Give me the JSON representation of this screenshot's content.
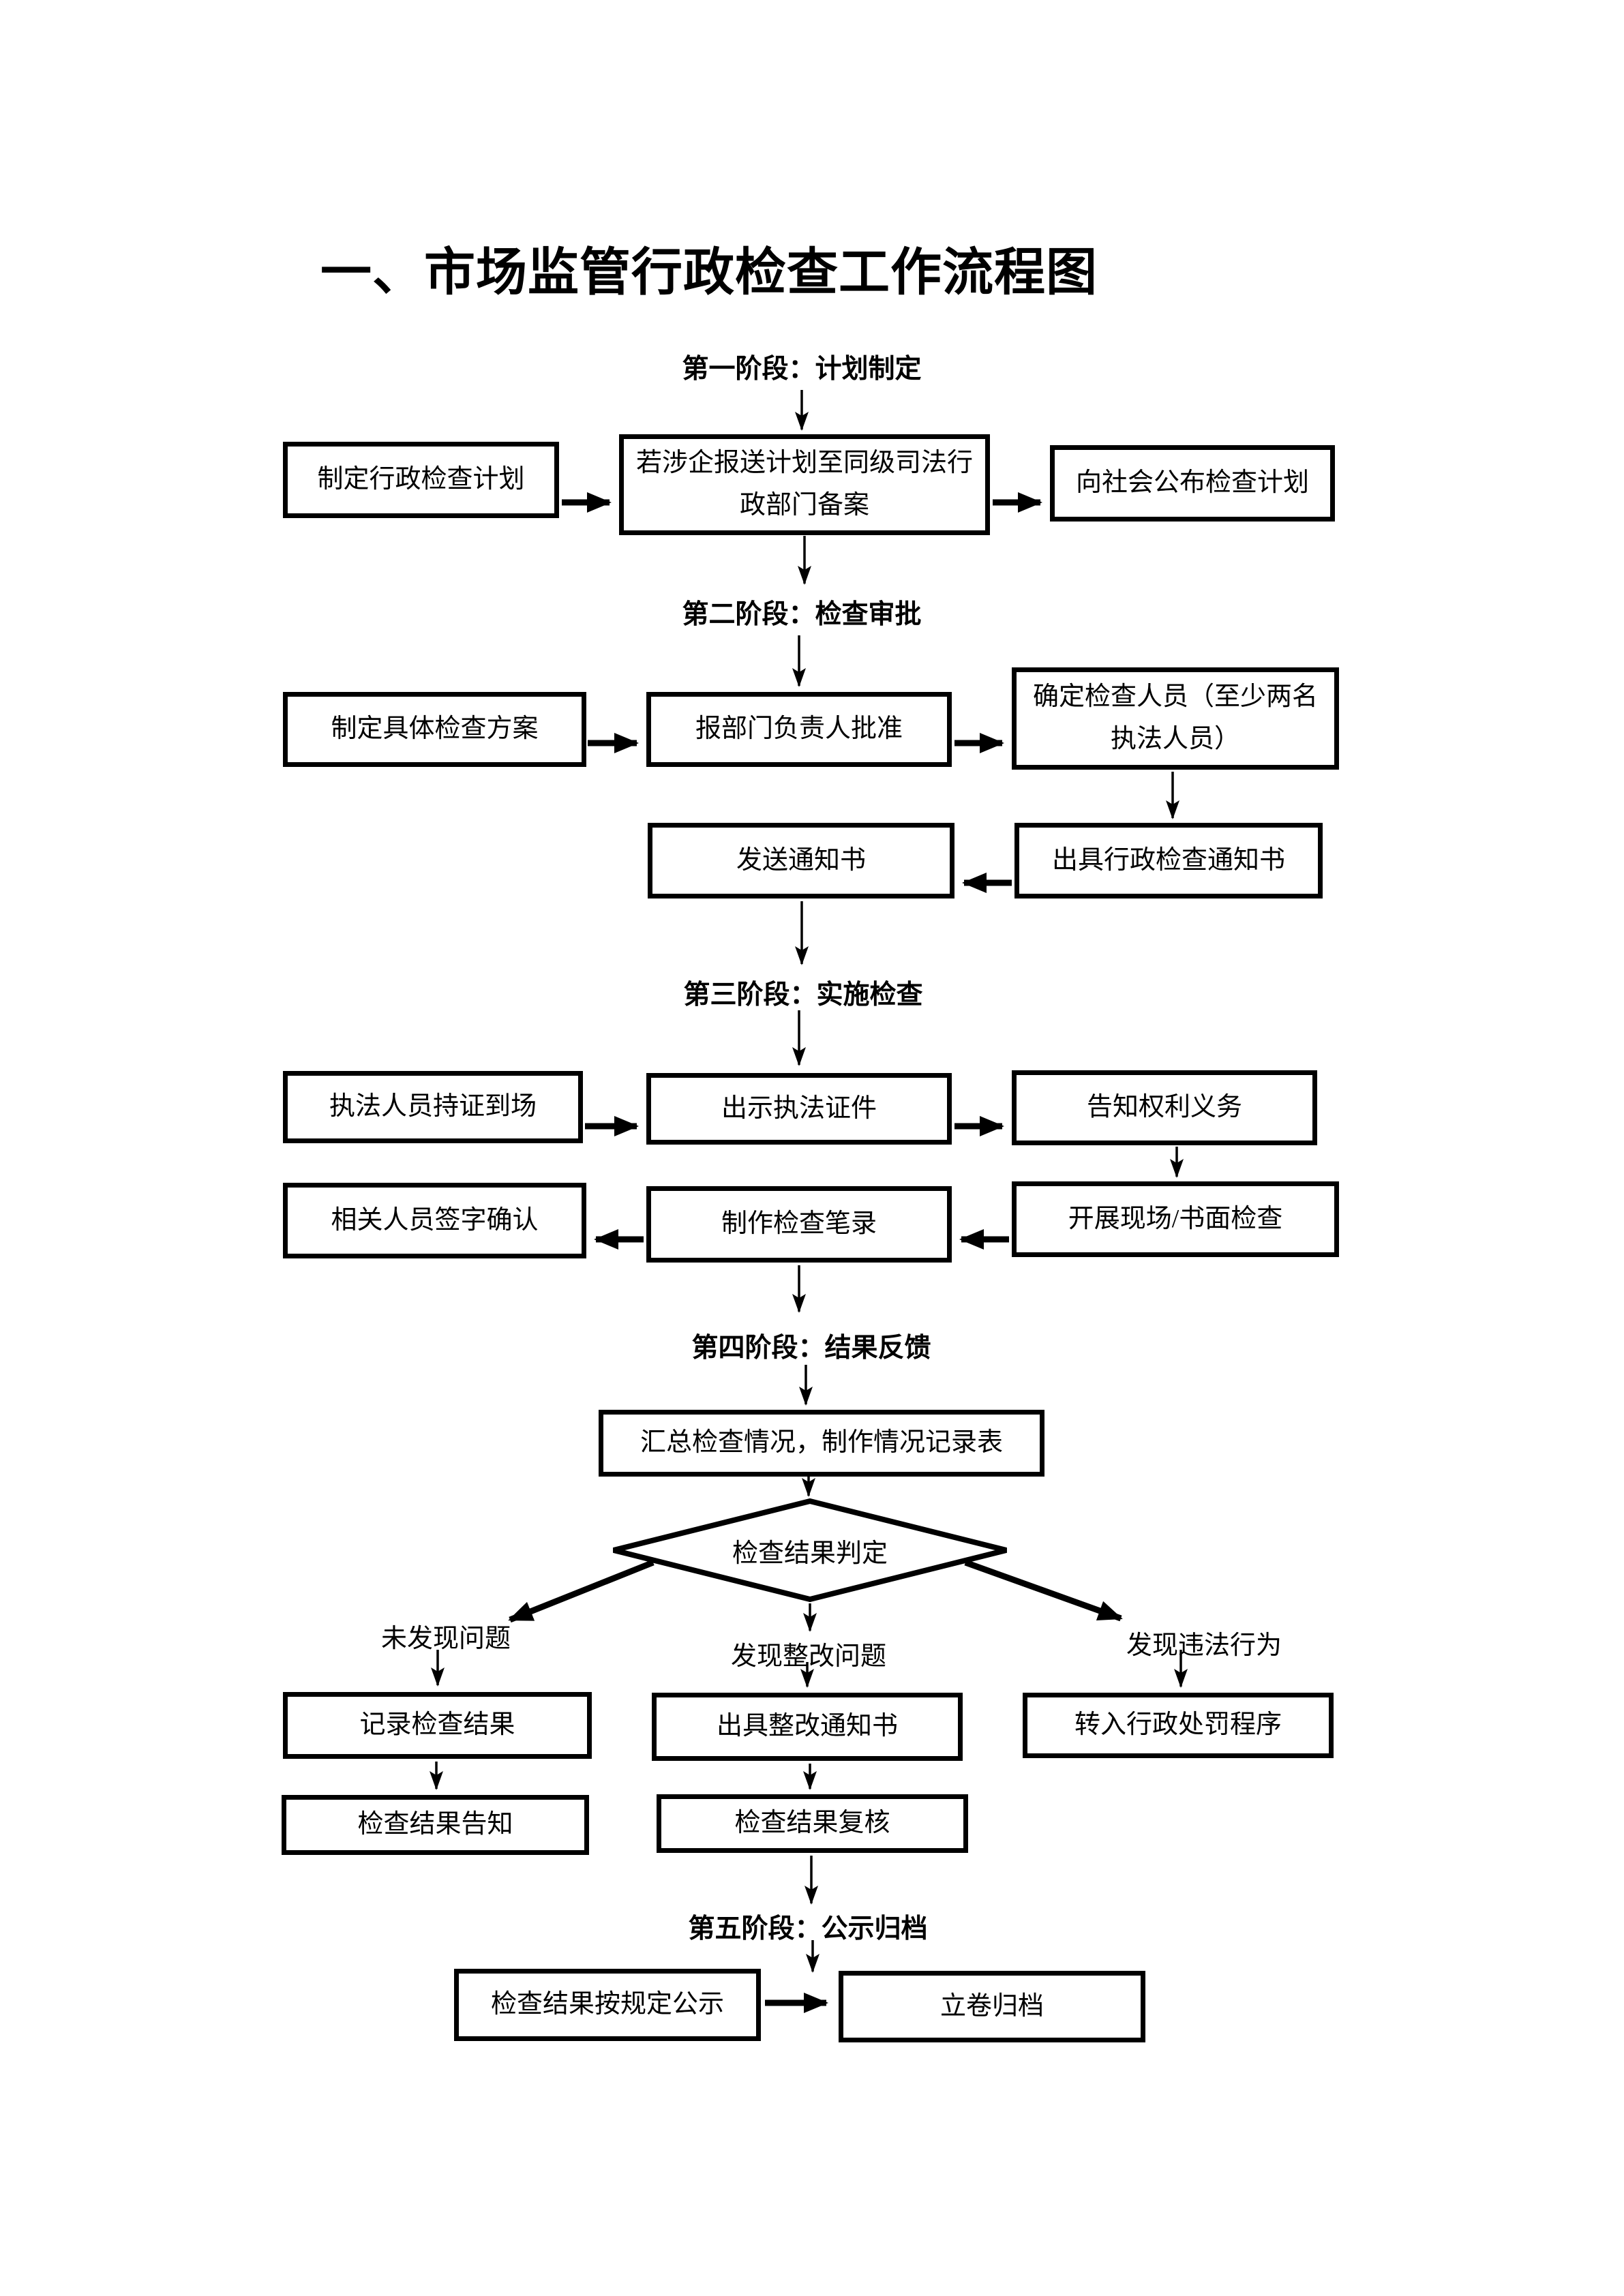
{
  "page": {
    "title": "一、市场监管行政检查工作流程图"
  },
  "stages": {
    "s1": "第一阶段：计划制定",
    "s2": "第二阶段：检查审批",
    "s3": "第三阶段：实施检查",
    "s4": "第四阶段：结果反馈",
    "s5": "第五阶段：公示归档"
  },
  "nodes": {
    "make_plan": "制定行政检查计划",
    "report_plan": "若涉企报送计划至同级司法行\n政部门备案",
    "publish_plan": "向社会公布检查计划",
    "make_scheme": "制定具体检查方案",
    "leader_approve": "报部门负责人批准",
    "assign_staff": "确定检查人员（至少两名\n执法人员）",
    "send_notice": "发送通知书",
    "issue_notice": "出具行政检查通知书",
    "arrive_with_cert": "执法人员持证到场",
    "show_cert": "出示执法证件",
    "inform_rights": "告知权利义务",
    "sign_confirm": "相关人员签字确认",
    "make_record": "制作检查笔录",
    "conduct_check": "开展现场/书面检查",
    "summary": "汇总检查情况，制作情况记录表",
    "judge": "检查结果判定",
    "record_result": "记录检查结果",
    "issue_rectify": "出具整改通知书",
    "to_punishment": "转入行政处罚程序",
    "inform_result": "检查结果告知",
    "review_result": "检查结果复核",
    "publish_result": "检查结果按规定公示",
    "archive": "立卷归档"
  },
  "branches": {
    "no_problem": "未发现问题",
    "rectify_problem": "发现整改问题",
    "illegal_found": "发现违法行为"
  },
  "colors": {
    "background": "#ffffff",
    "line": "#000000",
    "box_border": "#000000",
    "text": "#000000"
  }
}
